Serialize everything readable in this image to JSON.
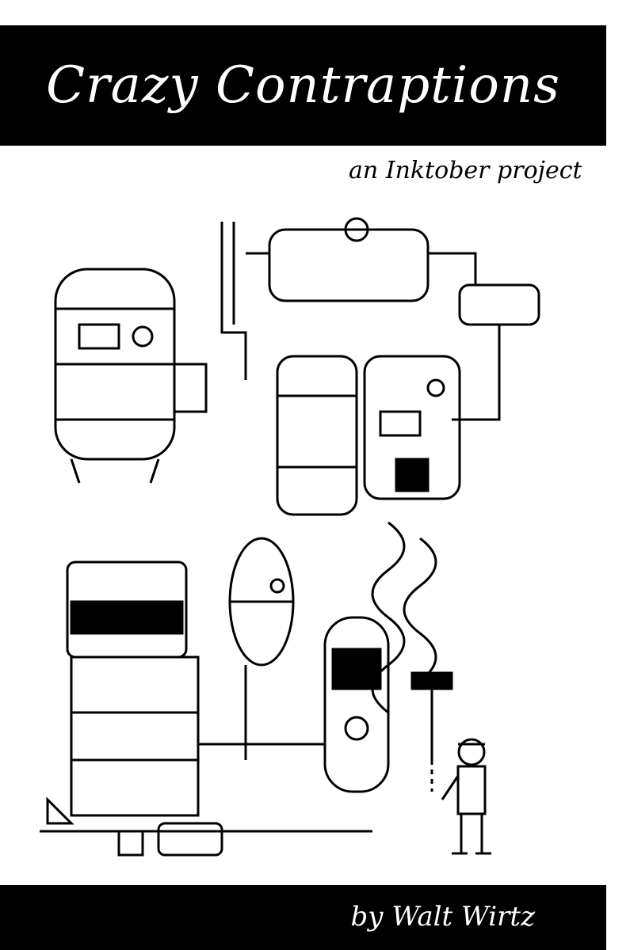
{
  "cover": {
    "title": "Crazy Contraptions",
    "subtitle": "an Inktober project",
    "author_line": "by Walt Wirtz"
  },
  "colors": {
    "band": "#000000",
    "band_text": "#ffffff",
    "background": "#ffffff",
    "ink": "#000000"
  },
  "illustration": {
    "icon": "machine-drawing-icon"
  }
}
